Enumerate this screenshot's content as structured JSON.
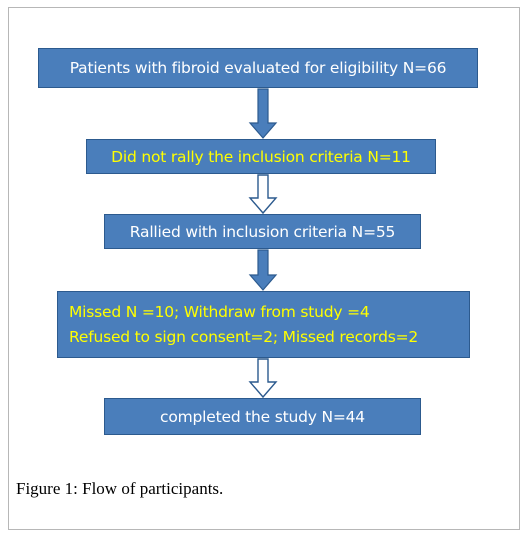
{
  "flowchart": {
    "steps": [
      {
        "text": "Patients with fibroid evaluated for eligibility N=66"
      },
      {
        "text": "Did not rally the inclusion criteria N=11"
      },
      {
        "text": "Rallied with inclusion criteria N=55"
      },
      {
        "lines": [
          "Missed N =10; Withdraw from study =4",
          "Refused to sign consent=2; Missed records=2"
        ]
      },
      {
        "text": "completed the study N=44"
      }
    ]
  },
  "caption": {
    "label": "Figure 1:",
    "text": "Flow of participants."
  },
  "colors": {
    "box_fill": "#4a7ebb",
    "box_border": "#2c5a8e",
    "arrow_fill": "#4a7ebb",
    "text_white": "#ffffff",
    "text_yellow": "#ffff00"
  }
}
